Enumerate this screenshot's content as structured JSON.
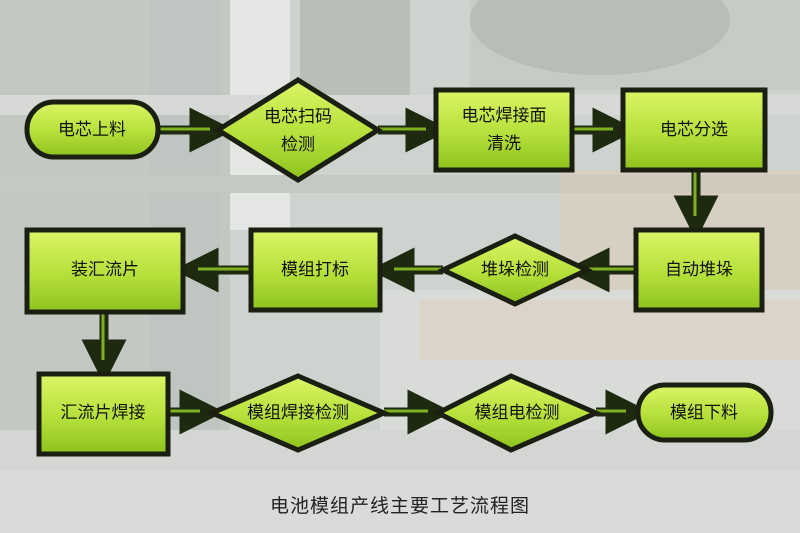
{
  "colors": {
    "node_fill_top": "#d4f05a",
    "node_fill_bottom": "#8fc21c",
    "node_border": "#1a1f12",
    "arrow": "#1e2a10",
    "arrow_highlight": "#7fb020"
  },
  "nodes": {
    "n1": "电芯上料",
    "n2": [
      "电芯扫码",
      "检测"
    ],
    "n3": [
      "电芯焊接面",
      "清洗"
    ],
    "n4": "电芯分选",
    "n5": "自动堆垛",
    "n6": "堆垛检测",
    "n7": "模组打标",
    "n8": "装汇流片",
    "n9": "汇流片焊接",
    "n10": "模组焊接检测",
    "n11": "模组电检测",
    "n12": "模组下料"
  },
  "caption": "电池模组产线主要工艺流程图"
}
